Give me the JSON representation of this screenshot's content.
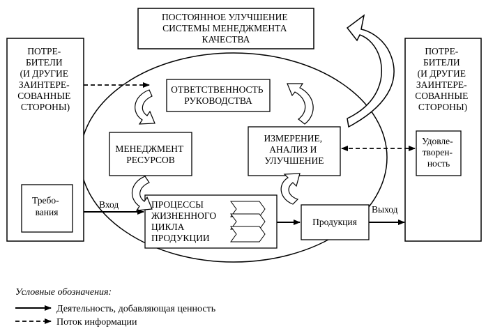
{
  "top_title": {
    "lines": [
      "ПОСТОЯННОЕ УЛУЧШЕНИЕ",
      "СИСТЕМЫ МЕНЕДЖМЕНТА",
      "КАЧЕСТВА"
    ]
  },
  "left_stakeholders": {
    "lines": [
      "ПОТРЕ-",
      "БИТЕЛИ",
      "(И ДРУГИЕ",
      "ЗАИНТЕРЕ-",
      "СОВАННЫЕ",
      "СТОРОНЫ)"
    ],
    "requirements": [
      "Требо-",
      "вания"
    ]
  },
  "right_stakeholders": {
    "lines": [
      "ПОТРЕ-",
      "БИТЕЛИ",
      "(И ДРУГИЕ",
      "ЗАИНТЕРЕ-",
      "СОВАННЫЕ",
      "СТОРОНЫ)"
    ],
    "satisfaction": [
      "Удовле-",
      "творен-",
      "ность"
    ]
  },
  "management_responsibility": [
    "ОТВЕТСТВЕННОСТЬ",
    "РУКОВОДСТВА"
  ],
  "resource_management": [
    "МЕНЕДЖМЕНТ",
    "РЕСУРСОВ"
  ],
  "measurement": [
    "ИЗМЕРЕНИЕ,",
    "АНАЛИЗ И",
    "УЛУЧШЕНИЕ"
  ],
  "lifecycle": [
    "ПРОЦЕССЫ",
    "ЖИЗНЕННОГО",
    "ЦИКЛА",
    "ПРОДУКЦИИ"
  ],
  "product": "Продукция",
  "input_label": "Вход",
  "output_label": "Выход",
  "legend": {
    "title": "Условные обозначения:",
    "solid": "Деятельность, добавляющая ценность",
    "dashed": "Поток информации"
  }
}
